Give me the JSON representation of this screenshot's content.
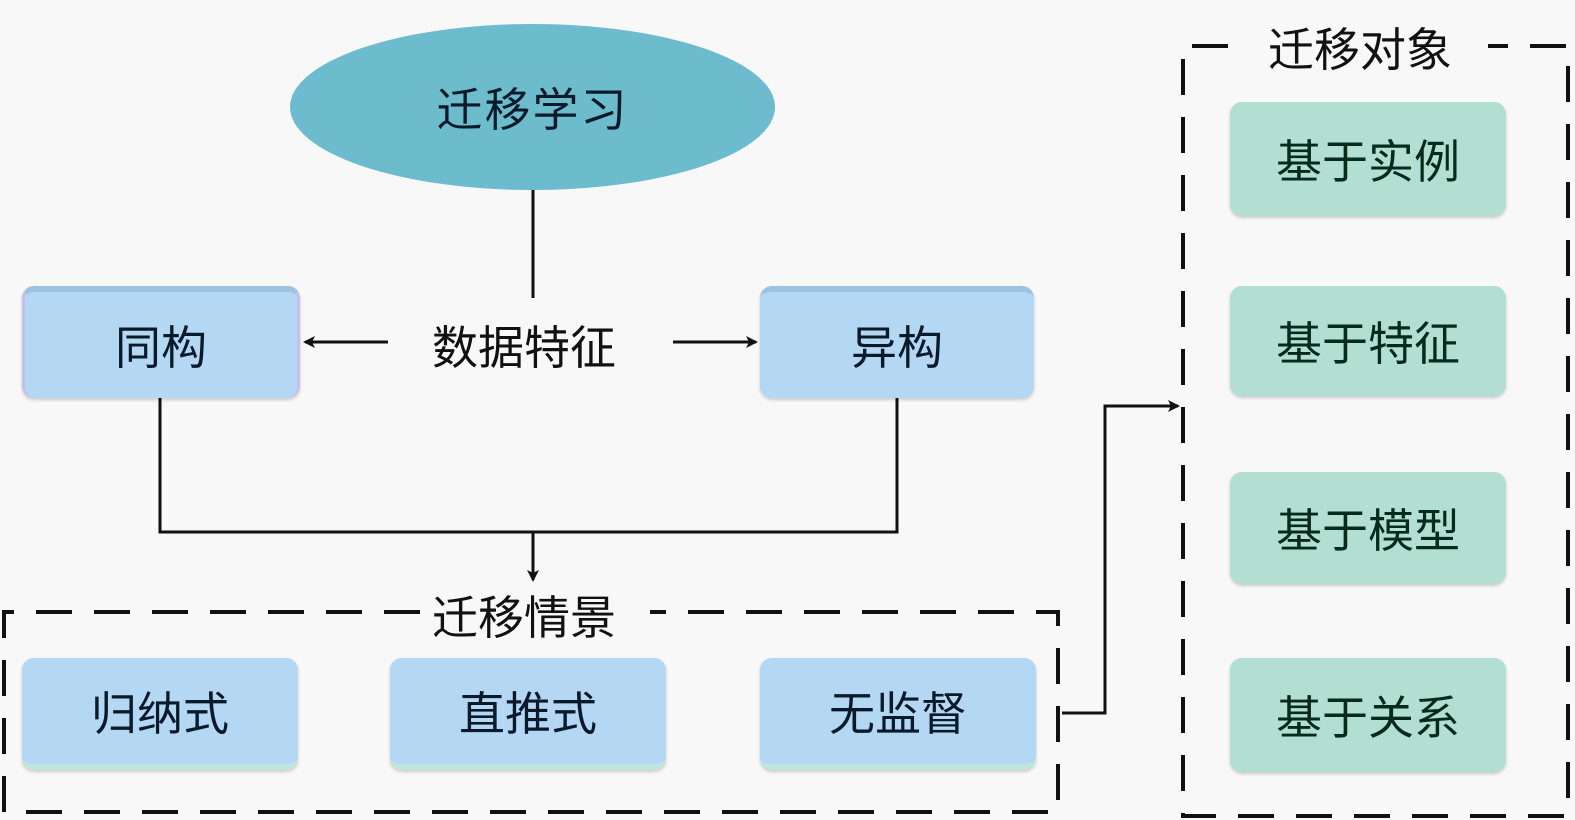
{
  "root": {
    "label": "迁移学习"
  },
  "center": {
    "label": "数据特征"
  },
  "data_features": [
    {
      "label": "同构"
    },
    {
      "label": "异构"
    }
  ],
  "scenario_group": {
    "title": "迁移情景",
    "items": [
      {
        "label": "归纳式"
      },
      {
        "label": "直推式"
      },
      {
        "label": "无监督"
      }
    ]
  },
  "object_group": {
    "title": "迁移对象",
    "items": [
      {
        "label": "基于实例"
      },
      {
        "label": "基于特征"
      },
      {
        "label": "基于模型"
      },
      {
        "label": "基于关系"
      }
    ]
  },
  "colors": {
    "root_fill": "#6bbccb",
    "scenario_fill": "#b4d8f3",
    "object_fill": "#b3dfd3",
    "line": "#111111",
    "background": "#f8f8f8"
  }
}
